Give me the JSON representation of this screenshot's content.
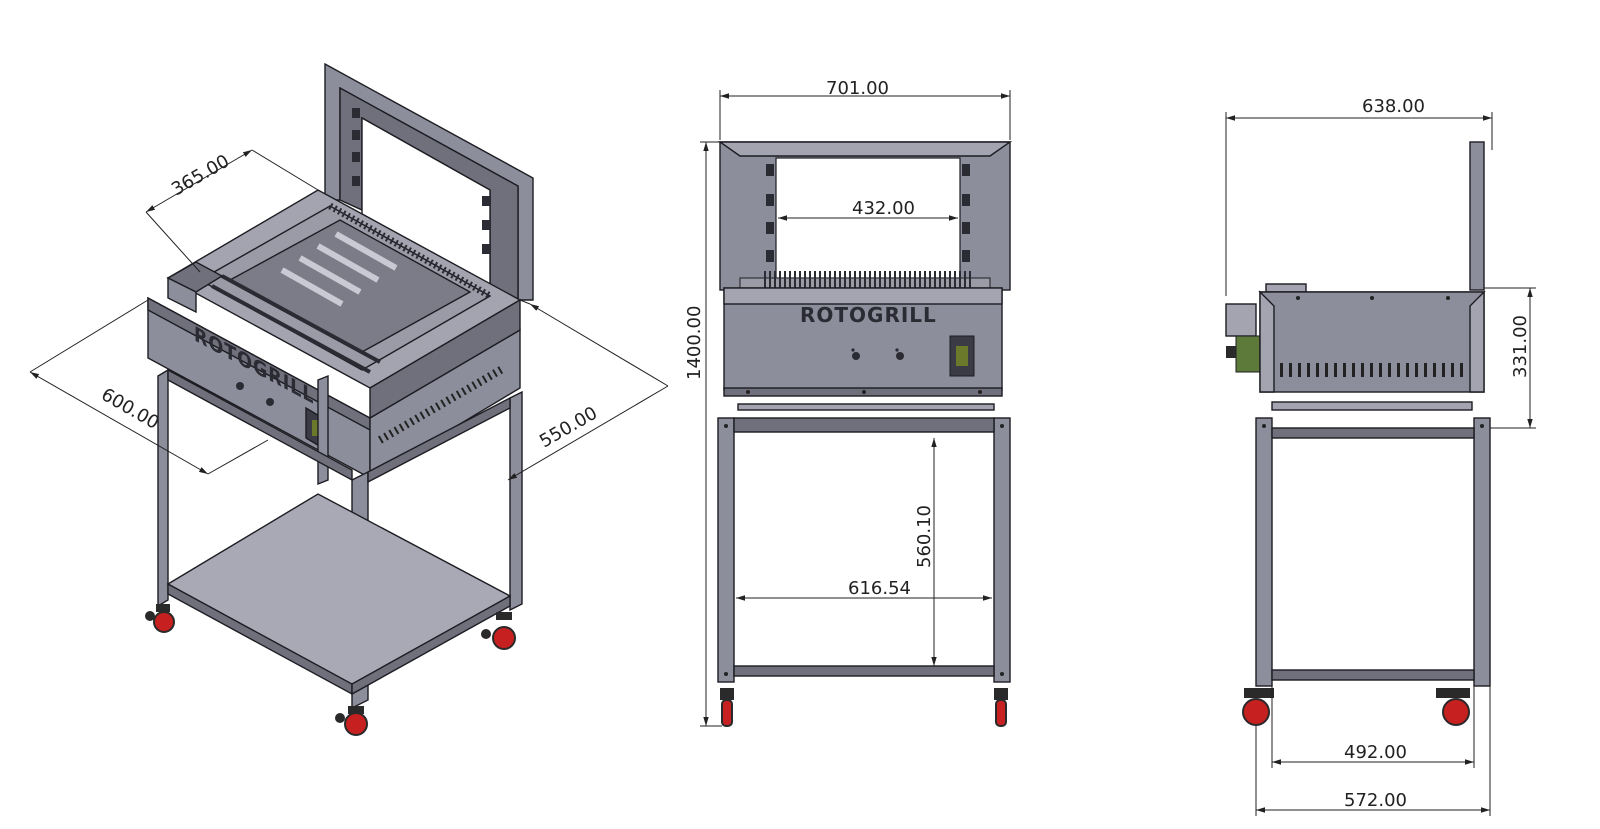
{
  "brand": "ROTOGRILL",
  "colors": {
    "frame": "#8d8e9b",
    "frame_dark": "#6f707c",
    "wheel": "#c62020",
    "line": "#222222"
  },
  "dimensions": {
    "iso_depth_top": "365.00",
    "iso_width": "600.00",
    "iso_depth": "550.00",
    "front_total_width": "701.00",
    "front_window_width": "432.00",
    "front_total_height": "1400.00",
    "front_stand_height": "560.10",
    "front_stand_width": "616.54",
    "side_total_depth": "638.00",
    "side_box_height": "331.00",
    "side_wheelbase": "492.00",
    "side_stand_depth": "572.00"
  }
}
